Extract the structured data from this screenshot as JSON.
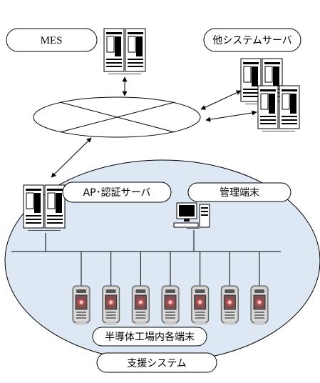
{
  "labels": {
    "mes": "MES",
    "other_servers": "他システムサーバ",
    "ap_auth_server": "AP･認証サーバ",
    "management_terminal": "管理端末",
    "factory_terminals": "半導体工場内各端末",
    "support_system": "支援システム"
  },
  "terminal_count": 7,
  "colors": {
    "support_area_fill": "#dde8f4",
    "line": "#000000",
    "background": "#ffffff"
  },
  "icons": {
    "server": "server-rack-icon",
    "pc": "desktop-pc-icon",
    "terminal": "handheld-terminal-icon",
    "network": "network-cloud-ellipse"
  }
}
